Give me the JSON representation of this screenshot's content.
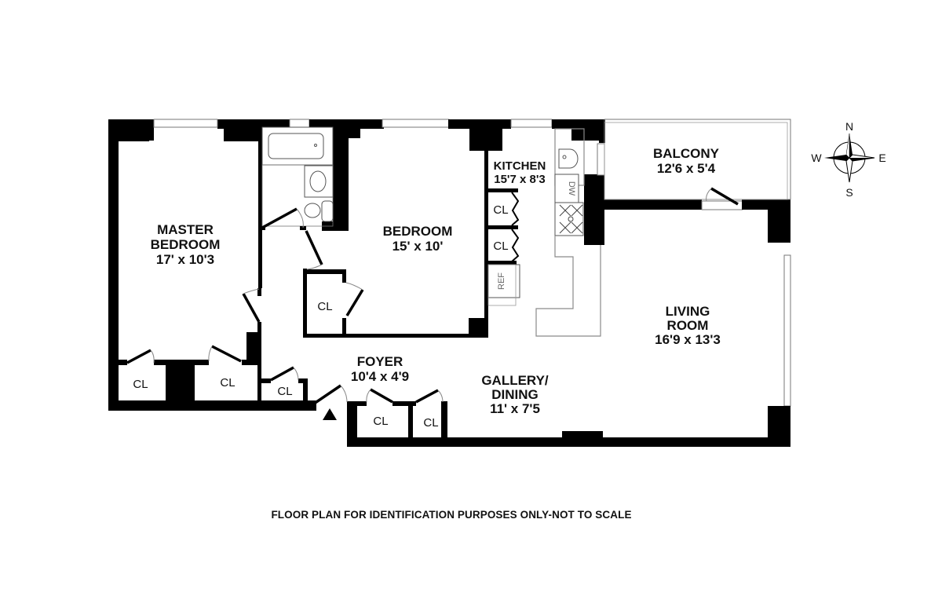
{
  "rooms": {
    "master_bedroom": {
      "name_line1": "MASTER",
      "name_line2": "BEDROOM",
      "dims": "17' x 10'3"
    },
    "bedroom": {
      "name": "BEDROOM",
      "dims": "15' x 10'"
    },
    "kitchen": {
      "name": "KITCHEN",
      "dims": "15'7 x 8'3"
    },
    "balcony": {
      "name": "BALCONY",
      "dims": "12'6 x 5'4"
    },
    "living_room": {
      "name_line1": "LIVING",
      "name_line2": "ROOM",
      "dims": "16'9 x 13'3"
    },
    "foyer": {
      "name": "FOYER",
      "dims": "10'4 x 4'9"
    },
    "gallery_dining": {
      "name_line1": "GALLERY/",
      "name_line2": "DINING",
      "dims": "11' x 7'5"
    }
  },
  "closets": [
    {
      "label": "CL",
      "location": "master-bedroom-left"
    },
    {
      "label": "CL",
      "location": "master-bedroom-right"
    },
    {
      "label": "CL",
      "location": "hall-small"
    },
    {
      "label": "CL",
      "location": "bedroom"
    },
    {
      "label": "CL",
      "location": "kitchen-upper"
    },
    {
      "label": "CL",
      "location": "kitchen-lower"
    },
    {
      "label": "CL",
      "location": "foyer-left"
    },
    {
      "label": "CL",
      "location": "foyer-right"
    }
  ],
  "fixtures": {
    "dishwasher": "DW",
    "refrigerator": "REF"
  },
  "compass": {
    "n": "N",
    "s": "S",
    "e": "E",
    "w": "W"
  },
  "disclaimer": "FLOOR PLAN FOR IDENTIFICATION PURPOSES ONLY-NOT TO SCALE"
}
